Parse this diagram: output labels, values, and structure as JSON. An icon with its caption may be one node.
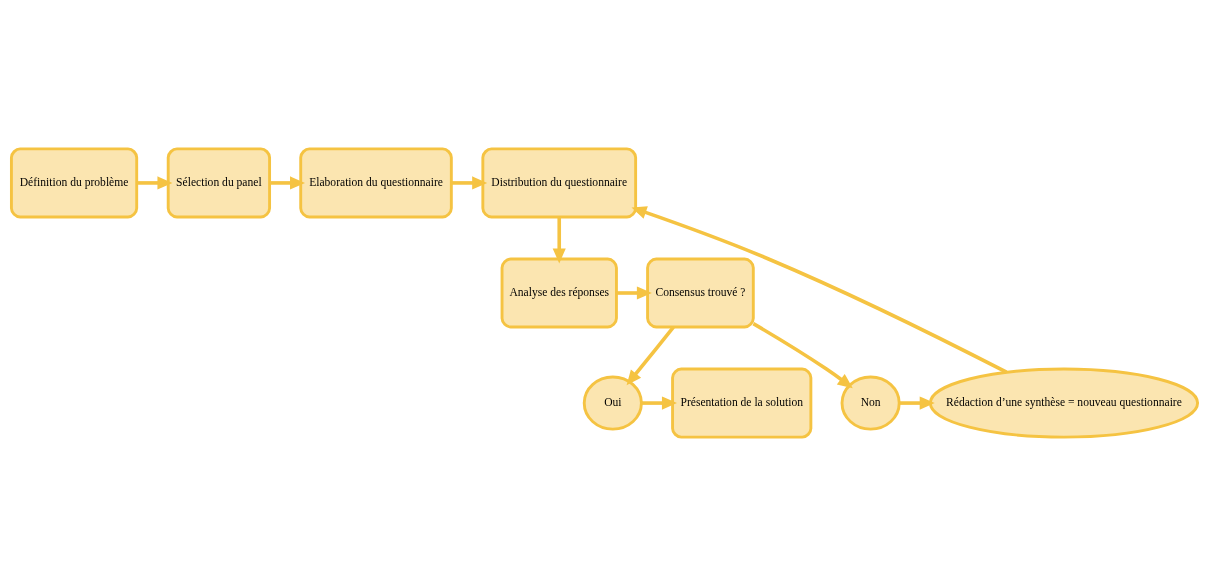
{
  "diagram": {
    "nodes": [
      {
        "text": [
          "Définition du problème"
        ]
      },
      {
        "text": [
          "Sélection du panel"
        ]
      },
      {
        "text": [
          "Elaboration du questionnaire"
        ]
      },
      {
        "text": [
          "Distribution du questionnaire"
        ]
      },
      {
        "text": [
          "Consensus trouvé ?"
        ]
      },
      {
        "text": [
          "Analyse des réponses"
        ]
      },
      {
        "text": [
          "Présentation de la solution"
        ]
      },
      {
        "text": [
          "Oui"
        ]
      },
      {
        "text": [
          "Non"
        ]
      },
      {
        "text": [
          "Rédaction d’une synthèse = nouveau questionnaire"
        ]
      }
    ],
    "edges": [
      {
        "from": 0,
        "to": 1,
        "arrow": "to"
      },
      {
        "from": 1,
        "to": 2,
        "arrow": "to"
      },
      {
        "from": 2,
        "to": 3,
        "arrow": "to"
      },
      {
        "from": 3,
        "to": 5,
        "arrow": "to"
      },
      {
        "from": 5,
        "to": 4,
        "arrow": "to"
      },
      {
        "from": 4,
        "to": 7,
        "arrow": "to"
      },
      {
        "from": 4,
        "to": 8,
        "arrow": "to"
      },
      {
        "from": 7,
        "to": 6,
        "arrow": "to"
      },
      {
        "from": 8,
        "to": 9,
        "arrow": "to"
      },
      {
        "from": 9,
        "to": 3,
        "arrow": "to"
      }
    ]
  }
}
